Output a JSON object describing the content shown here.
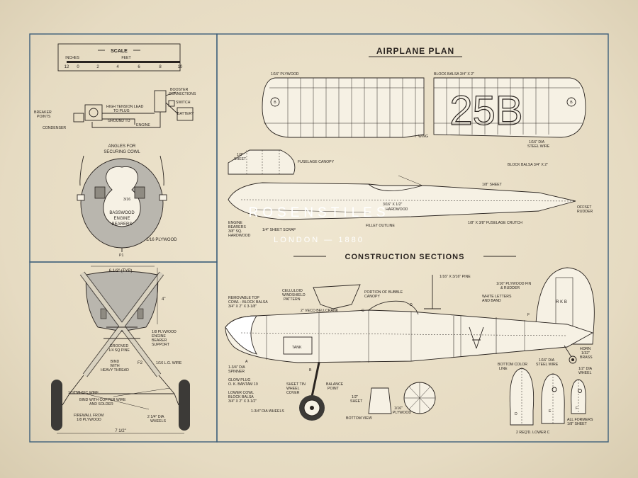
{
  "title": "AIRPLANE PLAN",
  "section_title": "CONSTRUCTION SECTIONS",
  "watermark": {
    "brand": "ROSENSTILES",
    "sub": "LONDON — 1880"
  },
  "scale": {
    "title": "SCALE",
    "inches": "INCHES",
    "feet": "FEET",
    "ticks": [
      "12",
      "0",
      "2",
      "4",
      "6",
      "8",
      "10"
    ]
  },
  "ignition": {
    "breaker": "BREAKER",
    "points": "POINTS",
    "condenser": "CONDENSER",
    "high_tension_1": "HIGH TENSION LEAD",
    "high_tension_2": "TO PLUG",
    "ground_1": "GROUND TO",
    "ground_2": "ENGINE",
    "booster_1": "BOOSTER",
    "booster_2": "CONNECTIONS",
    "switch": "SWITCH",
    "battery": "BATTERY"
  },
  "cowl": {
    "angles_1": "ANGLES FOR",
    "angles_2": "SECURING COWL",
    "dim": "3/16",
    "basswood_1": "BASSWOOD",
    "basswood_2": "ENGINE",
    "basswood_3": "BEARERS",
    "plywood": "1/16 PLYWOOD",
    "p1": "P1"
  },
  "landing_gear": {
    "top_dim": "6 1/2\" (TYP)",
    "side_dim": "4\"",
    "plywood_1": "1/8 PLYWOOD",
    "plywood_2": "ENGINE",
    "plywood_3": "BEARER",
    "plywood_4": "SUPPORT",
    "grooved_1": "GROOVED",
    "grooved_2": "1/4 SQ PINE",
    "bind_1": "BIND",
    "bind_2": "WITH",
    "bind_3": "HEAVY THREAD",
    "f2": "F2",
    "lg_wire": "1/16 L.G. WIRE",
    "music_wire": "1/16 MUSIC WIRE",
    "copper_1": "BIND WITH COPPER WIRE",
    "copper_2": "AND SOLDER",
    "firewall_1": "FIREWALL FROM",
    "firewall_2": "1/8 PLYWOOD",
    "wheels_1": "2 1/4\" DIA",
    "wheels_2": "WHEELS",
    "bottom_dim": "7 1/2\""
  },
  "wing": {
    "plywood": "1/16\" PLYWOOD",
    "block_balsa": "BLOCK BALSA 3/4\" X 2\"",
    "marking": "25B",
    "label": "WING",
    "steel_wire_1": "1/16\" DIA",
    "steel_wire_2": "STEEL WIRE",
    "b_left": "B",
    "b_right": "B"
  },
  "fuselage": {
    "sheet_1": "1/2\"",
    "sheet_2": "SHEET",
    "canopy": "FUSELAGE CANOPY",
    "block_balsa": "BLOCK BALSA 3/4\" X 2\"",
    "sheet_18": "1/8\" SHEET",
    "hardwood_1": "3/16\" X 1/2\"",
    "hardwood_2": "HARDWOOD",
    "engine_1": "ENGINE",
    "engine_2": "BEARERS",
    "engine_3": "3/8\" SQ.",
    "engine_4": "HARDWOOD",
    "sheet_scrap": "1/4\" SHEET SCRAP",
    "fillet": "FILLET OUTLINE",
    "crutch": "1/8\" X 3/8\" FUSELAGE CRUTCH",
    "offset_1": "OFFSET",
    "offset_2": "RUDDER"
  },
  "construction": {
    "pine": "1/16\" X 3/16\" PINE",
    "fin_1": "1/16\" PLYWOOD FIN",
    "fin_2": "& RUDDER",
    "cowl_1": "REMOVABLE TOP",
    "cowl_2": "COWL - BLOCK BALSA",
    "cowl_3": "3/4\" X 2\" X 3-1/8\"",
    "windshield_1": "CELLULOID",
    "windshield_2": "WINDSHIELD",
    "windshield_3": "PATTERN",
    "bellcrank": "2\" VECO BELLCRANK",
    "bubble_1": "PORTION OF BUBBLE",
    "bubble_2": "CANOPY",
    "white_1": "WHITE LETTERS",
    "white_2": "AND BAND",
    "letter_a": "A",
    "tail_letters": "R K B",
    "tank": "TANK",
    "spinner_1": "1-3/4\" DIA",
    "spinner_2": "SPINNER",
    "glow_1": "GLOW PLUG",
    "glow_2": "O. K. BANTAM 19",
    "lower_1": "LOWER COWL",
    "lower_2": "BLOCK BALSA",
    "lower_3": "3/4\" X 2\" X 3-1/2\"",
    "wheel_cover_1": "SHEET TIN",
    "wheel_cover_2": "WHEEL",
    "wheel_cover_3": "COVER",
    "balance_1": "BALANCE",
    "balance_2": "POINT",
    "wheels": "1-3/4\" DIA WHEELS",
    "half_sheet_1": "1/2\"",
    "half_sheet_2": "SHEET",
    "bottom_view": "BOTTOM VIEW",
    "plywood_1": "1/16\"",
    "plywood_2": "PLYWOOD",
    "bottom_color_1": "BOTTOM COLOR",
    "bottom_color_2": "LINE",
    "steel_1": "1/16\" DIA",
    "steel_2": "STEEL WIRE",
    "horn_1": "HORN",
    "horn_2": "1/32\"",
    "horn_3": "BRASS",
    "tail_wheel_1": "1/2\" DIA",
    "tail_wheel_2": "WHEEL",
    "formers_1": "ALL FORMERS",
    "formers_2": "1/8\" SHEET",
    "lower_c": "2 REQ'D. LOWER C",
    "d": "D",
    "e": "E",
    "f": "F",
    "c": "C",
    "b": "B"
  }
}
